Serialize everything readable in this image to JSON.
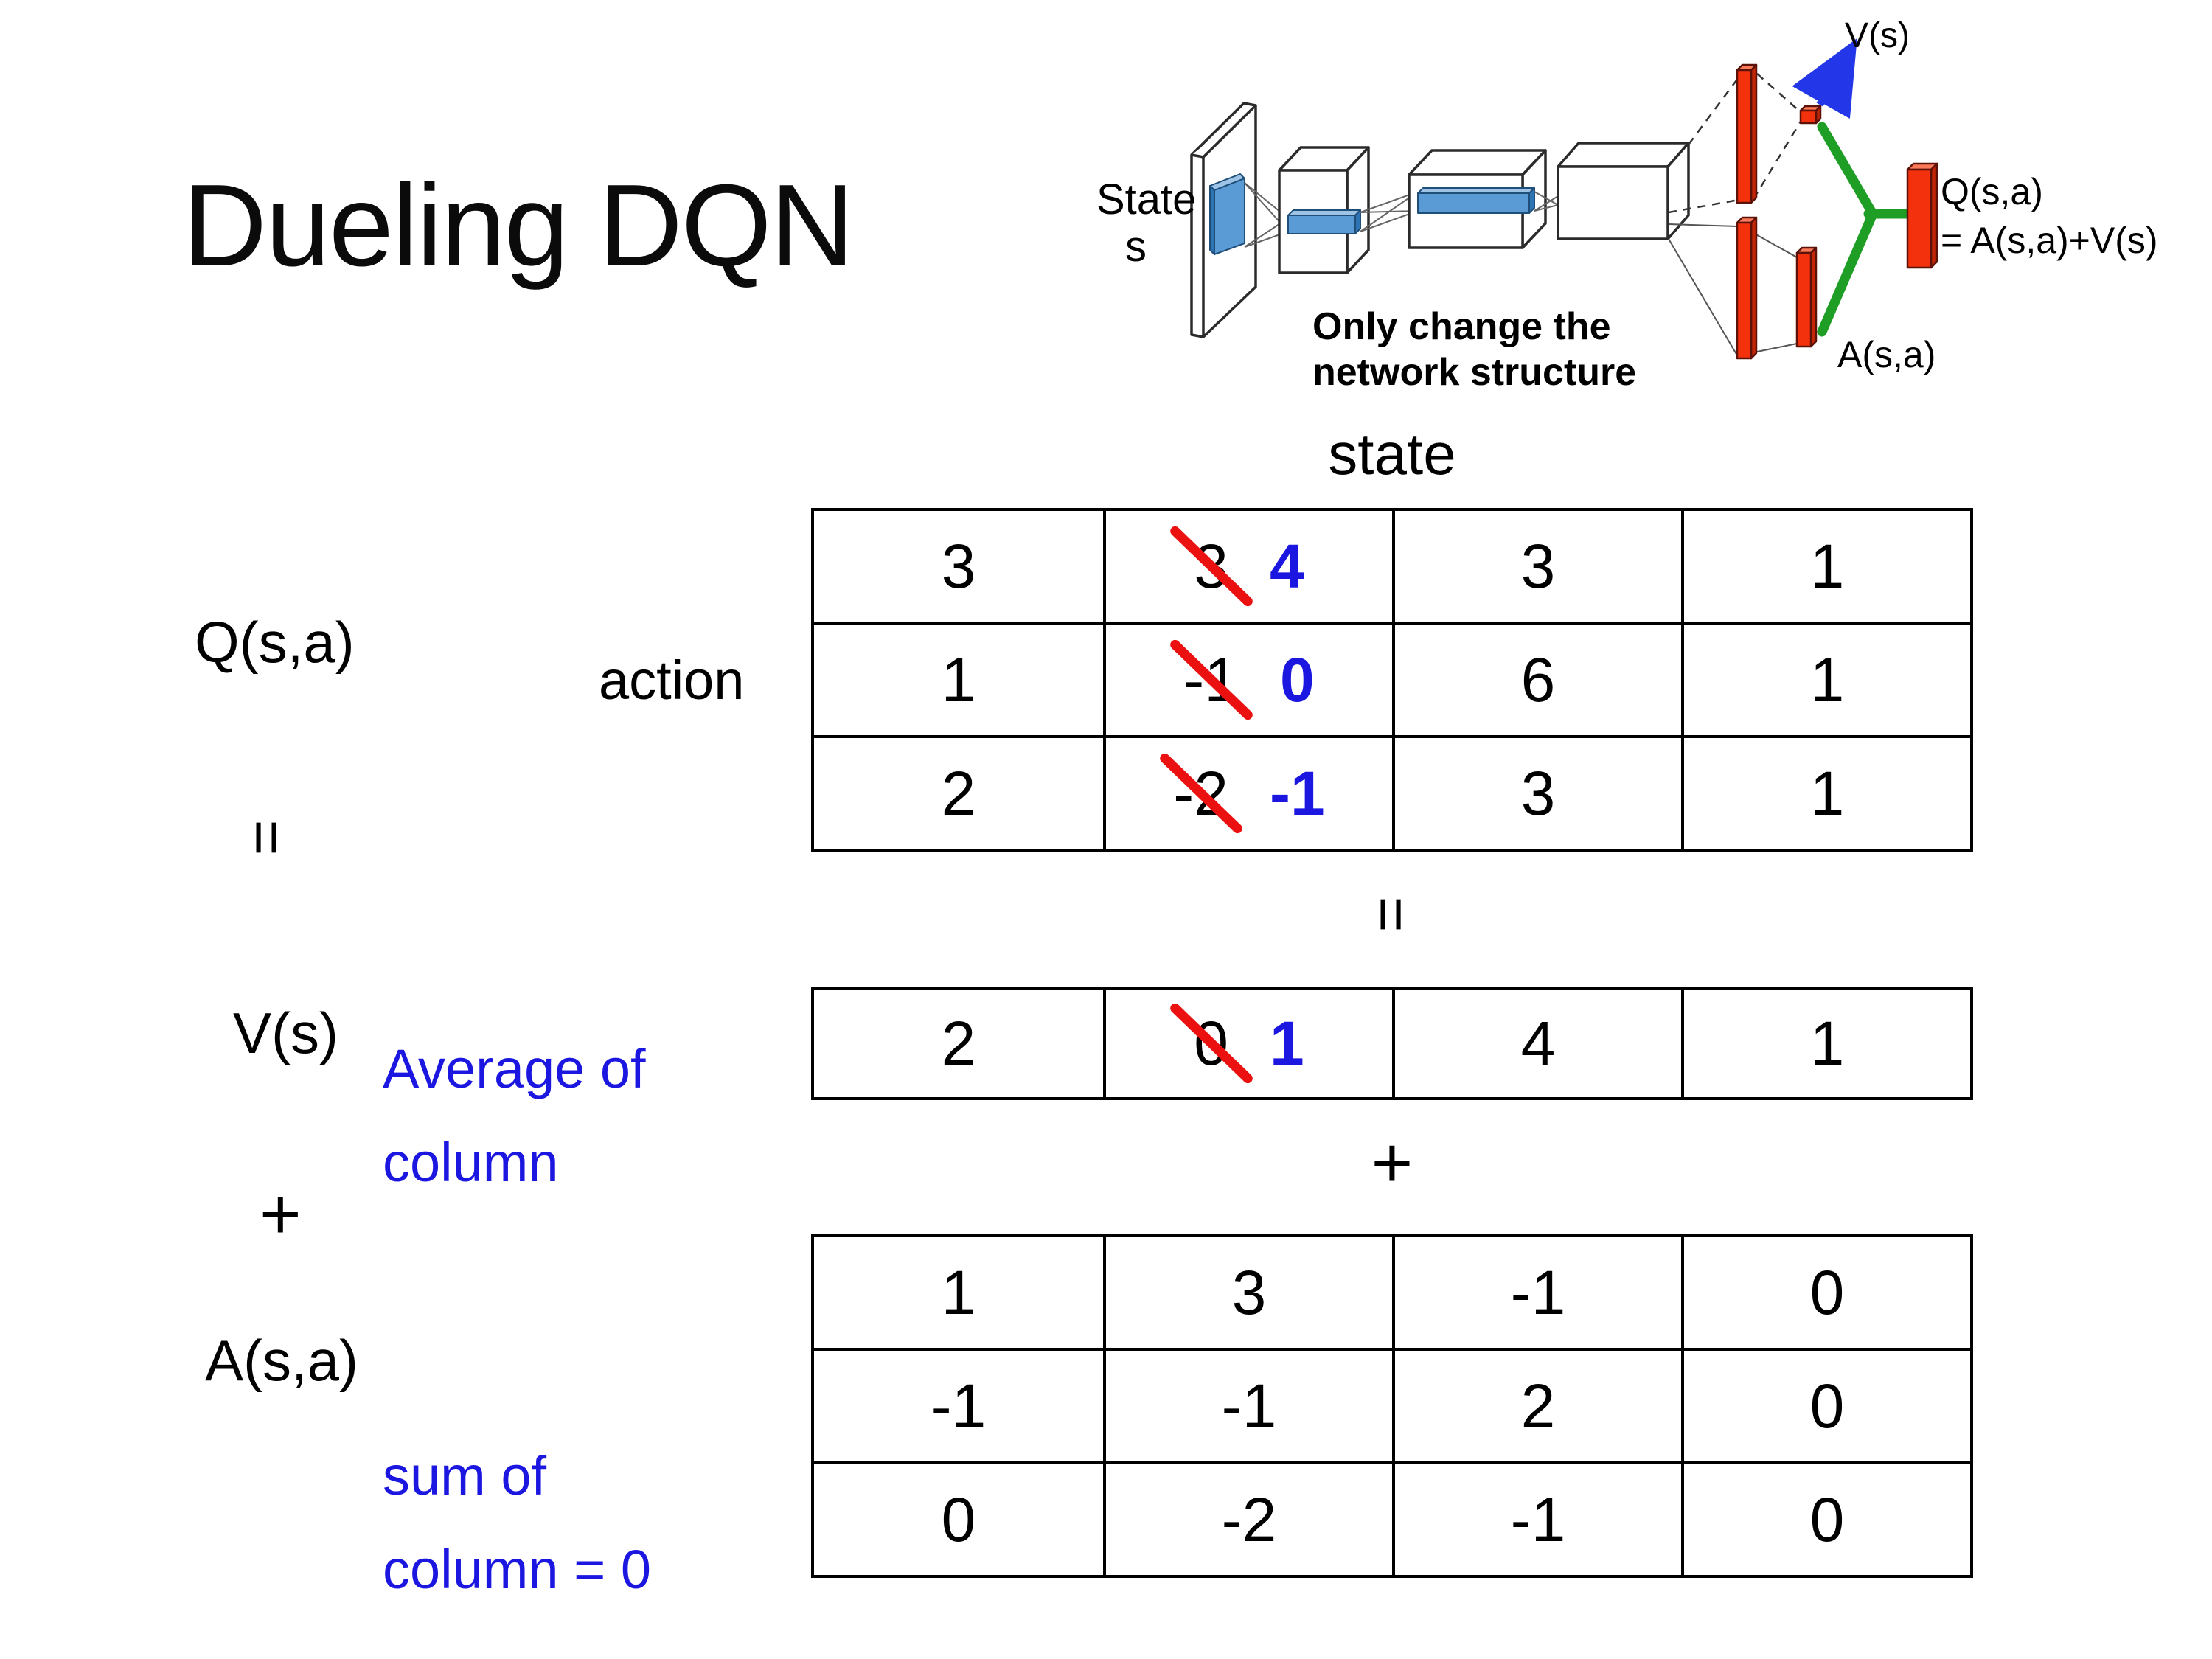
{
  "slide": {
    "title": "Dueling DQN"
  },
  "diagram": {
    "state_label_line1": "State",
    "state_label_line2": "s",
    "note_line1": "Only change the",
    "note_line2": "network structure",
    "v_output_label": "V(s)",
    "q_output_label": "Q(s,a)",
    "q_formula": "= A(s,a)+V(s)",
    "a_output_label": "A(s,a)"
  },
  "equation": {
    "q_label": "Q(s,a)",
    "equals_left": "=",
    "v_label": "V(s)",
    "plus_left": "+",
    "a_label": "A(s,a)",
    "action_label": "action",
    "state_label": "state",
    "equals_mid": "=",
    "plus_mid": "+",
    "avg_note_line1": "Average of",
    "avg_note_line2": "column",
    "sum_note_line1": "sum of",
    "sum_note_line2": "column = 0"
  },
  "q_table": {
    "rows": [
      [
        {
          "v": "3"
        },
        {
          "v": "3",
          "strike": true,
          "new": "4"
        },
        {
          "v": "3"
        },
        {
          "v": "1"
        }
      ],
      [
        {
          "v": "1"
        },
        {
          "v": "-1",
          "strike": true,
          "new": "0"
        },
        {
          "v": "6"
        },
        {
          "v": "1"
        }
      ],
      [
        {
          "v": "2"
        },
        {
          "v": "-2",
          "strike": true,
          "new": "-1"
        },
        {
          "v": "3"
        },
        {
          "v": "1"
        }
      ]
    ]
  },
  "v_table": {
    "rows": [
      [
        {
          "v": "2"
        },
        {
          "v": "0",
          "strike": true,
          "new": "1"
        },
        {
          "v": "4"
        },
        {
          "v": "1"
        }
      ]
    ]
  },
  "a_table": {
    "rows": [
      [
        {
          "v": "1"
        },
        {
          "v": "3"
        },
        {
          "v": "-1"
        },
        {
          "v": "0"
        }
      ],
      [
        {
          "v": "-1"
        },
        {
          "v": "-1"
        },
        {
          "v": "2"
        },
        {
          "v": "0"
        }
      ],
      [
        {
          "v": "0"
        },
        {
          "v": "-2"
        },
        {
          "v": "-1"
        },
        {
          "v": "0"
        }
      ]
    ]
  },
  "colors": {
    "accent_blue": "#1b16e0",
    "strike_red": "#ec1111",
    "bar_red": "#f3310c",
    "branch_green": "#1e9e24",
    "conv_blue": "#5b9bd5"
  }
}
